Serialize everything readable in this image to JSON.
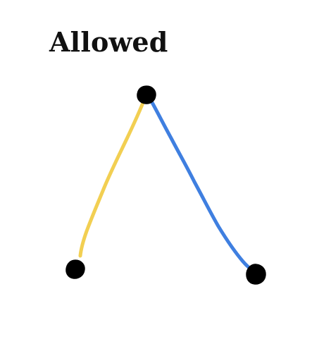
{
  "title": "Allowed",
  "graph": {
    "nodes": [
      {
        "id": "top",
        "color": "#000000"
      },
      {
        "id": "bottom-left",
        "color": "#000000"
      },
      {
        "id": "bottom-right",
        "color": "#000000"
      }
    ],
    "edges": [
      {
        "from": "top",
        "to": "bottom-left",
        "color": "#F2CF52"
      },
      {
        "from": "top",
        "to": "bottom-right",
        "color": "#3F7FE0"
      }
    ]
  }
}
